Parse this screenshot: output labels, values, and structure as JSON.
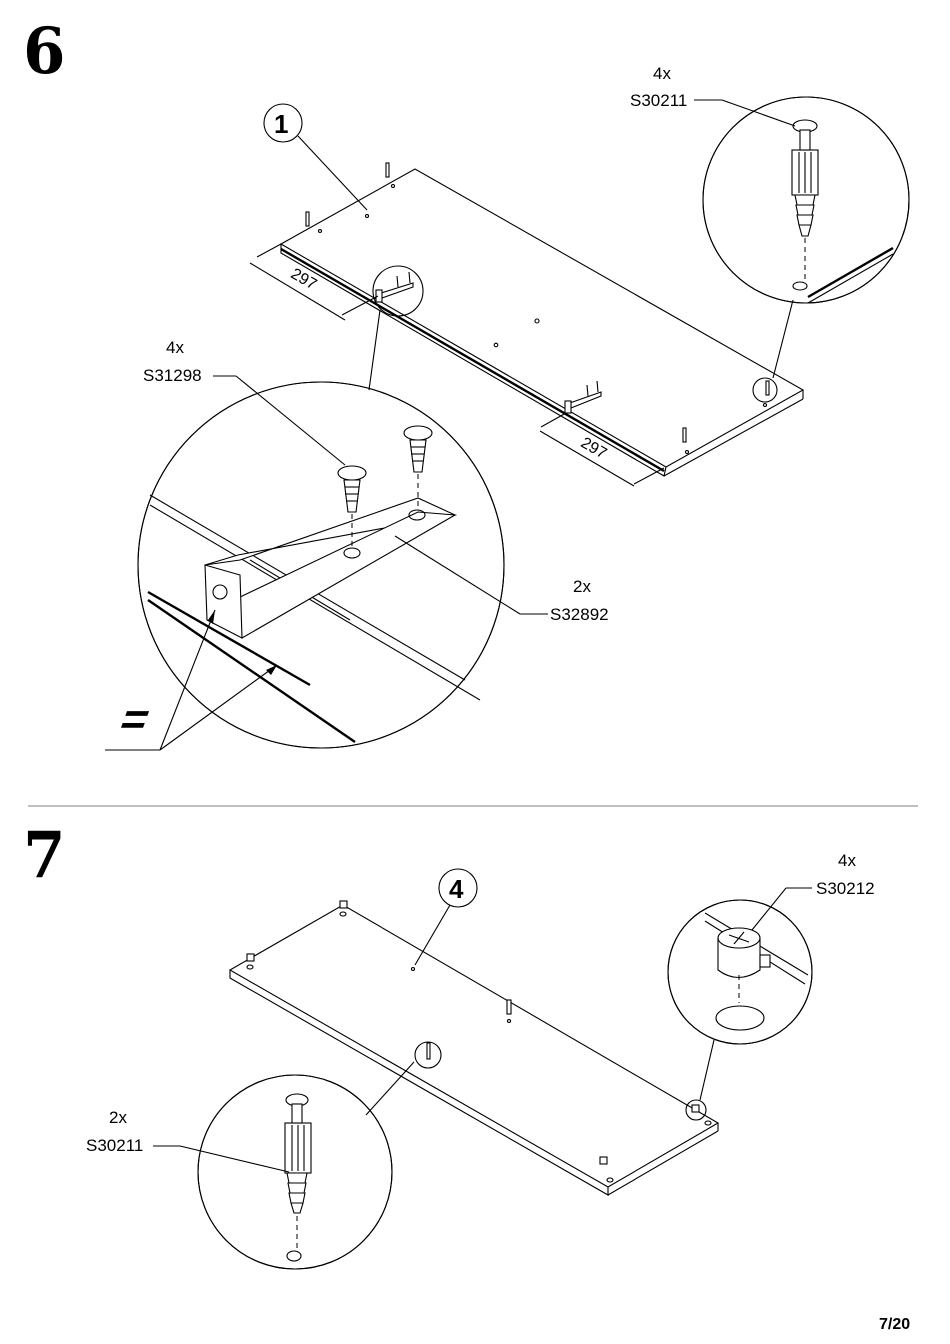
{
  "step6": {
    "number": "6",
    "panel_label": "1",
    "dimension_left": "297",
    "dimension_right": "297",
    "dowel_part": {
      "qty": "4x",
      "code": "S30211"
    },
    "screw_part": {
      "qty": "4x",
      "code": "S31298"
    },
    "bracket_part": {
      "qty": "2x",
      "code": "S32892"
    },
    "equal_sign": "="
  },
  "step7": {
    "number": "7",
    "panel_label": "4",
    "cam_part": {
      "qty": "4x",
      "code": "S30212"
    },
    "dowel_part": {
      "qty": "2x",
      "code": "S30211"
    }
  },
  "page": {
    "number": "7/20"
  }
}
